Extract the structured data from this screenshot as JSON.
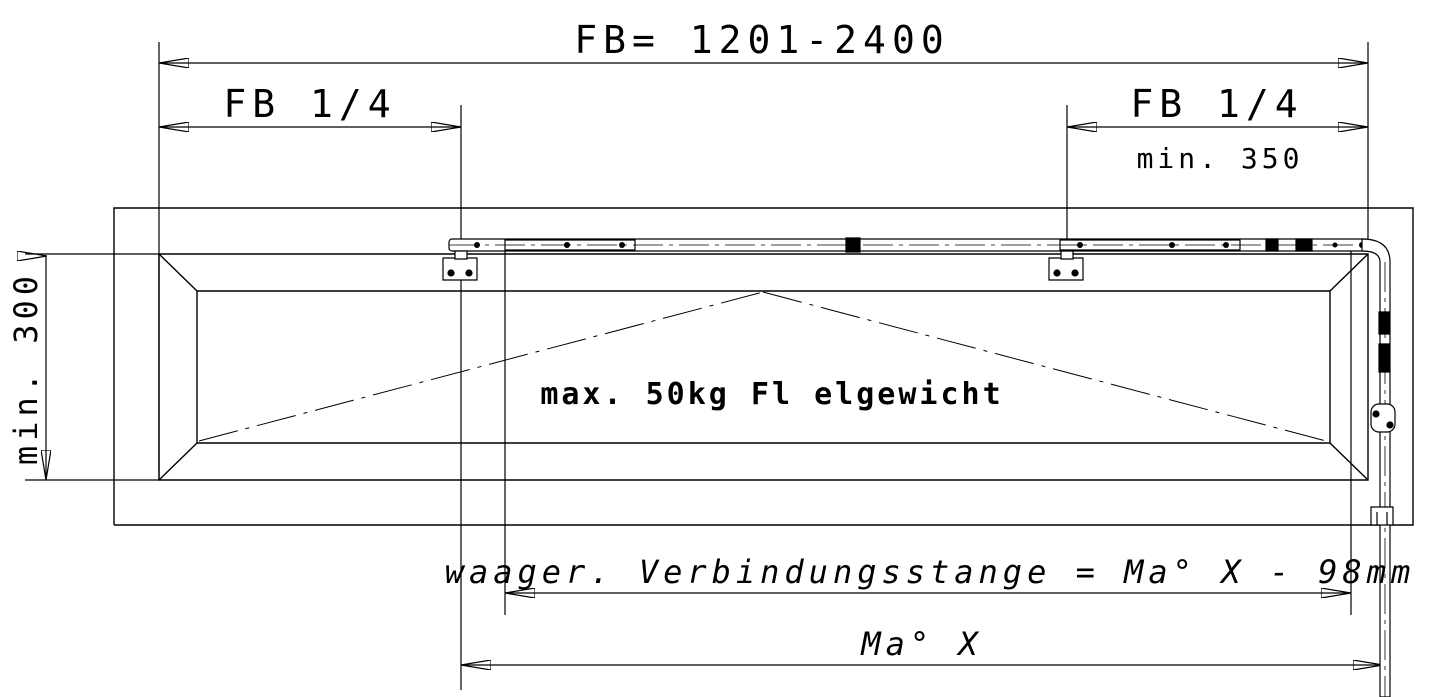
{
  "dimensions": {
    "overall_width": "FB= 1201-2400",
    "left_quarter": "FB 1/4",
    "right_quarter": "FB 1/4",
    "right_quarter_min": "min. 350",
    "height_min": "min. 300",
    "rod_length": "waager. Verbindungsstange = Ma° X - 98mm",
    "measure_x": "Ma° X"
  },
  "labels": {
    "max_weight": "max. 50kg Fl  elgewicht"
  },
  "colors": {
    "line": "#000000",
    "background": "#ffffff"
  }
}
